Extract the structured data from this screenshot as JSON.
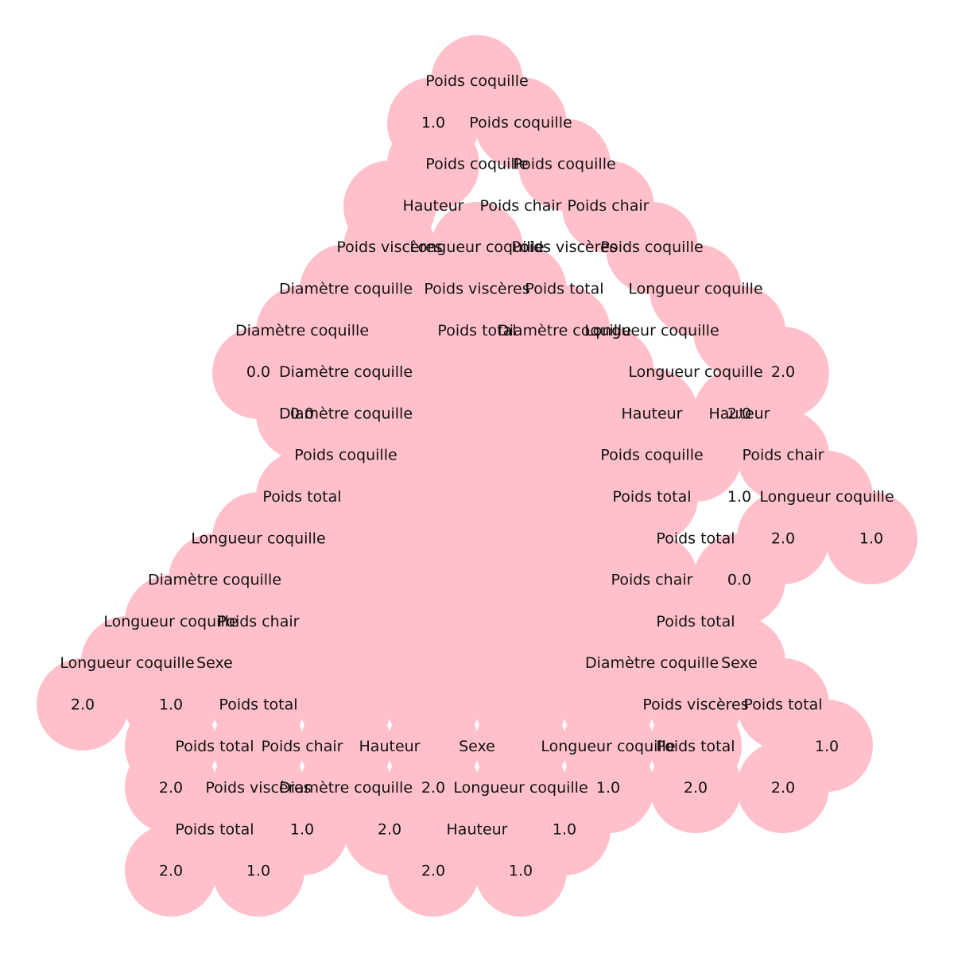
{
  "colors": {
    "node_fill": "#ffc0cb",
    "text": "#111111",
    "background": "#ffffff"
  },
  "rows": [
    [
      "Poids coquille"
    ],
    [
      "1.0",
      "Poids coquille"
    ],
    [
      "Poids coquille",
      "Poids coquille"
    ],
    [
      "Hauteur",
      "Poids chair",
      "Poids chair"
    ],
    [
      "Poids viscères",
      "Longueur coquille",
      "Poids viscères",
      "Poids coquille"
    ],
    [
      "Diamètre coquille",
      "Poids viscères",
      "Poids total",
      "Longueur coquille"
    ],
    [
      "Diamètre coquille",
      "Poids total",
      "Diamètre coquille",
      "Longueur coquille"
    ],
    [
      "0.0",
      "Diamètre coquille",
      "Longueur coquille",
      "2.0"
    ],
    [
      "0.0",
      "Diamètre coquille",
      "Hauteur",
      "Hauteur",
      "2.0"
    ],
    [
      "Poids coquille",
      "Poids coquille",
      "Poids chair"
    ],
    [
      "Poids total",
      "Poids total",
      "1.0",
      "Longueur coquille"
    ],
    [
      "Longueur coquille",
      "Poids total",
      "2.0",
      "1.0"
    ],
    [
      "Diamètre coquille",
      "Poids chair",
      "0.0"
    ],
    [
      "Longueur coquille",
      "Poids chair",
      "Poids total"
    ],
    [
      "Longueur coquille",
      "Sexe",
      "Diamètre coquille",
      "Sexe"
    ],
    [
      "2.0",
      "1.0",
      "Poids total",
      "Poids viscères",
      "Poids total"
    ],
    [
      "Poids total",
      "Poids chair",
      "Hauteur",
      "Sexe",
      "Longueur coquille",
      "Poids total",
      "1.0"
    ],
    [
      "2.0",
      "Poids viscères",
      "Diamètre coquille",
      "2.0",
      "Longueur coquille",
      "1.0",
      "2.0",
      "2.0"
    ],
    [
      "Poids total",
      "1.0",
      "2.0",
      "Hauteur",
      "1.0"
    ],
    [
      "2.0",
      "1.0",
      "2.0",
      "1.0"
    ]
  ]
}
